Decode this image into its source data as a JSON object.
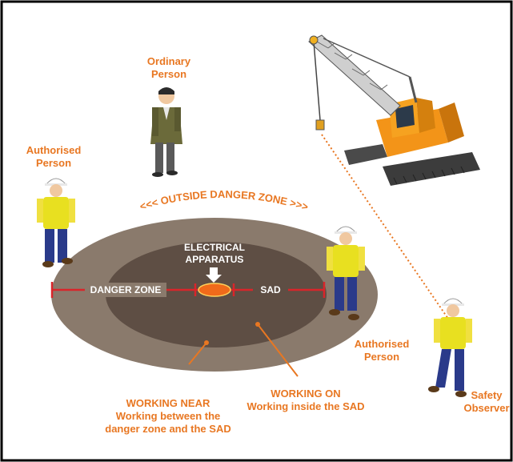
{
  "labels": {
    "ordinary_person": [
      "Ordinary",
      "Person"
    ],
    "authorised_left": [
      "Authorised",
      "Person"
    ],
    "authorised_right": [
      "Authorised",
      "Person"
    ],
    "safety_observer": [
      "Safety",
      "Observer"
    ],
    "outside_zone": "<<< OUTSIDE DANGER ZONE >>>",
    "electrical_apparatus": [
      "ELECTRICAL",
      "APPARATUS"
    ],
    "danger_zone": "DANGER ZONE",
    "sad": "SAD",
    "working_near": [
      "WORKING NEAR",
      "Working between the",
      "danger zone and the SAD"
    ],
    "working_on": [
      "WORKING ON",
      "Working inside the SAD"
    ]
  },
  "colors": {
    "accent": "#e87722",
    "outer_zone": "#8a7a6c",
    "inner_zone": "#5e4e44",
    "apparatus": "#f06a1a",
    "measure_line": "#d9252a",
    "vest": "#e8e020",
    "trousers": "#2a3a8a"
  },
  "icons": [
    "crane-icon",
    "worker-icon",
    "suit-person-icon",
    "down-arrow-icon"
  ]
}
